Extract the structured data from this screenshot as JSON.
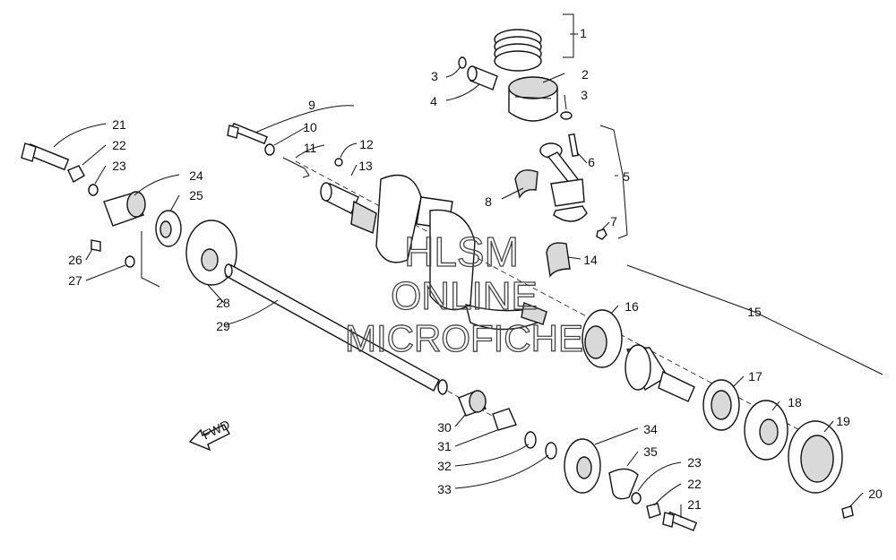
{
  "diagram": {
    "callouts": [
      {
        "id": "c1",
        "text": "1"
      },
      {
        "id": "c2",
        "text": "2"
      },
      {
        "id": "c3a",
        "text": "3"
      },
      {
        "id": "c3b",
        "text": "3"
      },
      {
        "id": "c4",
        "text": "4"
      },
      {
        "id": "c5",
        "text": "5"
      },
      {
        "id": "c6",
        "text": "6"
      },
      {
        "id": "c7",
        "text": "7"
      },
      {
        "id": "c8",
        "text": "8"
      },
      {
        "id": "c9",
        "text": "9"
      },
      {
        "id": "c10",
        "text": "10"
      },
      {
        "id": "c11",
        "text": "11"
      },
      {
        "id": "c12",
        "text": "12"
      },
      {
        "id": "c13",
        "text": "13"
      },
      {
        "id": "c14",
        "text": "14"
      },
      {
        "id": "c15",
        "text": "15"
      },
      {
        "id": "c16",
        "text": "16"
      },
      {
        "id": "c17",
        "text": "17"
      },
      {
        "id": "c18",
        "text": "18"
      },
      {
        "id": "c19",
        "text": "19"
      },
      {
        "id": "c20",
        "text": "20"
      },
      {
        "id": "c21a",
        "text": "21"
      },
      {
        "id": "c22a",
        "text": "22"
      },
      {
        "id": "c23a",
        "text": "23"
      },
      {
        "id": "c24",
        "text": "24"
      },
      {
        "id": "c25",
        "text": "25"
      },
      {
        "id": "c26",
        "text": "26"
      },
      {
        "id": "c27",
        "text": "27"
      },
      {
        "id": "c28",
        "text": "28"
      },
      {
        "id": "c29",
        "text": "29"
      },
      {
        "id": "c30",
        "text": "30"
      },
      {
        "id": "c31",
        "text": "31"
      },
      {
        "id": "c32",
        "text": "32"
      },
      {
        "id": "c33",
        "text": "33"
      },
      {
        "id": "c34",
        "text": "34"
      },
      {
        "id": "c35",
        "text": "35"
      },
      {
        "id": "c23b",
        "text": "23"
      },
      {
        "id": "c22b",
        "text": "22"
      },
      {
        "id": "c21b",
        "text": "21"
      }
    ],
    "fwd_label": "FWD",
    "watermark": [
      "HLSM",
      "ONLINE",
      "MICROFICHE"
    ]
  }
}
